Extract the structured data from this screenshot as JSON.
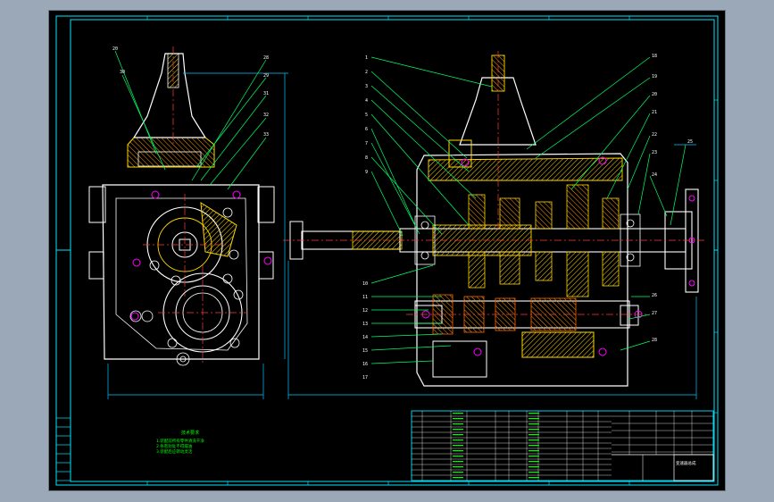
{
  "app": {
    "window": "CAD drawing viewport"
  },
  "colors": {
    "background": "#000000",
    "frame": "#00e5ff",
    "outline": "#ffffff",
    "hatch": "#ffd700",
    "section": "#ff6600",
    "centerline": "#ff3b3b",
    "leader": "#00ff66",
    "dimension": "#00c8ff",
    "notes": "#00ff00",
    "magenta_hole": "#ff00ff"
  },
  "views": {
    "left": {
      "name": "end view of gearbox housing"
    },
    "right": {
      "name": "longitudinal section of gearbox"
    }
  },
  "balloons_left_top": [
    "20",
    "30",
    "28",
    "29",
    "31",
    "32",
    "33"
  ],
  "balloons_right_left": [
    "1",
    "2",
    "3",
    "4",
    "5",
    "6",
    "7",
    "8",
    "9",
    "10",
    "11",
    "12",
    "13",
    "14",
    "15",
    "16",
    "17"
  ],
  "balloons_right_right": [
    "18",
    "19",
    "20",
    "21",
    "22",
    "23",
    "24",
    "25",
    "26",
    "27",
    "28"
  ],
  "notes": {
    "header": "技术要求",
    "lines": [
      "1.装配前所有零件清洗干净",
      "2.各密封处不得漏油",
      "3.装配后应转动灵活"
    ]
  },
  "title_block": {
    "drawing_name": "变速器总成"
  }
}
